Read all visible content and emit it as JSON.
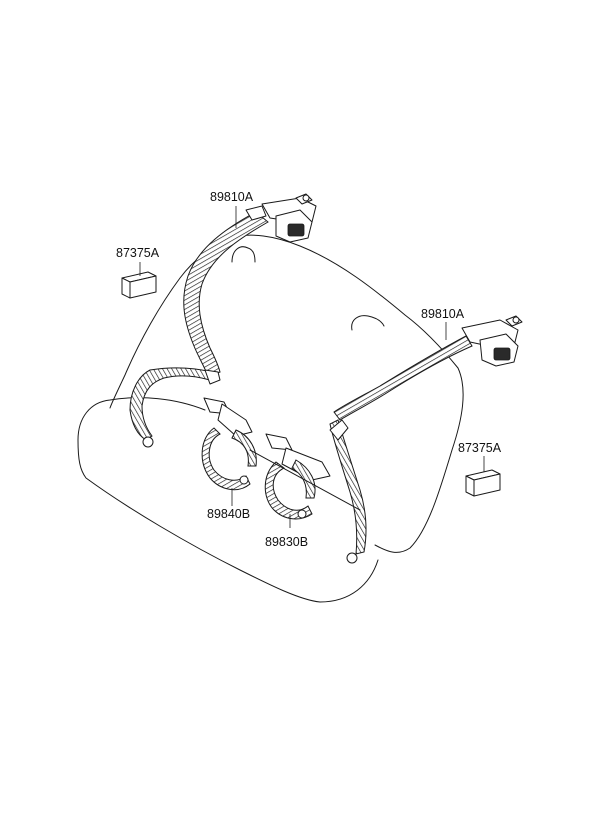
{
  "labels": {
    "retractor_left": "89810A",
    "retractor_right": "89810A",
    "cover_left": "87375A",
    "cover_right": "87375A",
    "buckle_left": "89840B",
    "buckle_center": "89830B"
  }
}
